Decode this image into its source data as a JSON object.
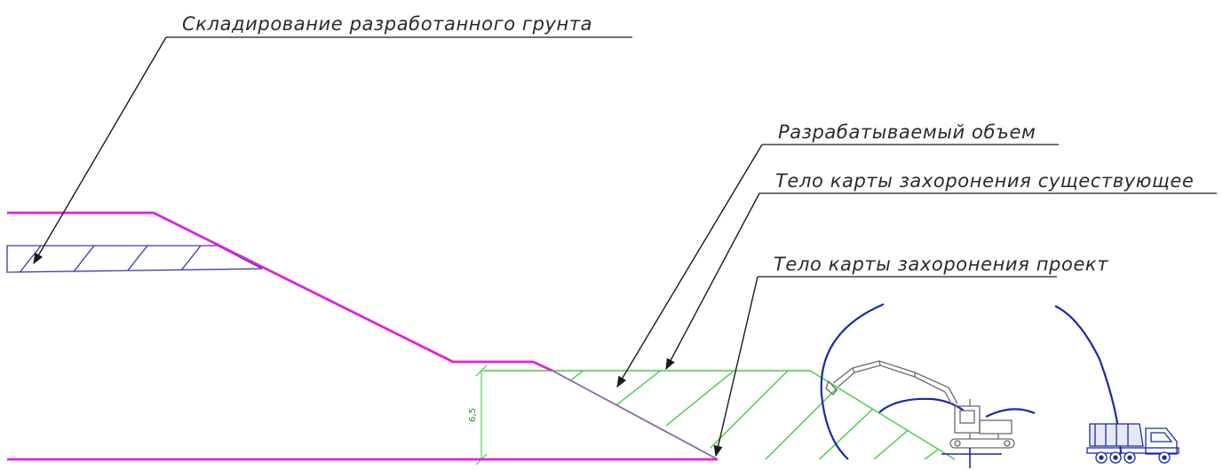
{
  "labels": {
    "stockpile": "Складирование разработанного грунта",
    "excavated": "Разрабатываемый объем",
    "existing": "Тело карты захоронения существующее",
    "project": "Тело карты захоронения проект"
  },
  "dimension": {
    "height_value": "6,5"
  },
  "icons": {
    "excavator": "excavator-icon",
    "dump_truck": "dump-truck-icon"
  },
  "colors": {
    "existing_body": "#e020e0",
    "excavated_volume": "#44cc44",
    "stockpile": "#3a3aa8",
    "swing_arcs": "#1a2aa8",
    "project_line": "#8a6aa0",
    "equipment": "#6a6a6a"
  }
}
